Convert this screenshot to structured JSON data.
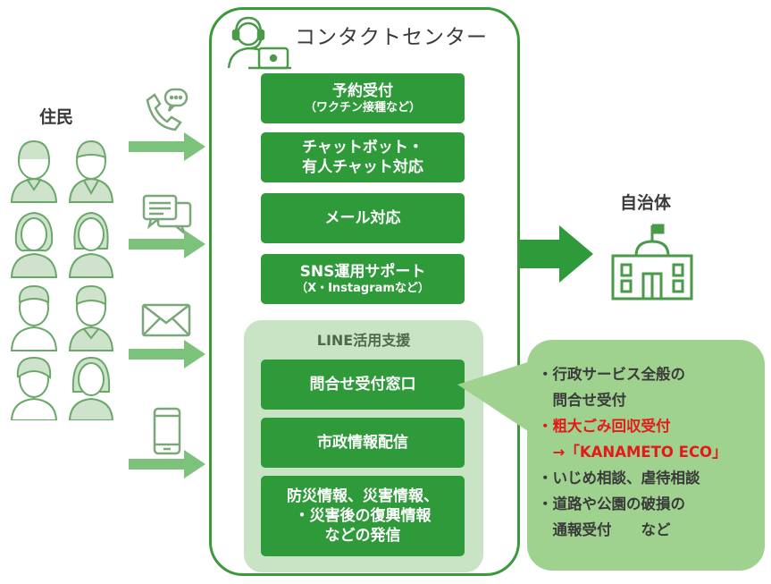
{
  "residents": {
    "label": "住民"
  },
  "municipality": {
    "label": "自治体"
  },
  "contact_center": {
    "title": "コンタクトセンター",
    "services": [
      {
        "main": "予約受付",
        "sub": "（ワクチン接種など）"
      },
      {
        "main": "チャットボット・",
        "main2": "有人チャット対応"
      },
      {
        "main": "メール対応"
      },
      {
        "main": "SNS運用サポート",
        "sub": "（X・Instagramなど）"
      }
    ],
    "line_support": {
      "title": "LINE活用支援",
      "items": [
        {
          "main": "問合せ受付窓口"
        },
        {
          "main": "市政情報配信"
        },
        {
          "lines": [
            "防災情報、災害情報、",
            "・災害後の復興情報",
            "などの発信"
          ]
        }
      ]
    }
  },
  "callout": {
    "lines": [
      {
        "text": "・行政サービス全般の",
        "highlight": false
      },
      {
        "text": "　問合せ受付",
        "highlight": false
      },
      {
        "text": "・粗大ごみ回収受付",
        "highlight": true
      },
      {
        "text": "　→「KANAMETO ECO」",
        "highlight": true
      },
      {
        "text": "・いじめ相談、虐待相談",
        "highlight": false
      },
      {
        "text": "・道路や公園の破損の",
        "highlight": false
      },
      {
        "text": "　通報受付　　など",
        "highlight": false
      }
    ]
  },
  "channel_icons": [
    "phone-icon",
    "chat-icon",
    "mail-icon",
    "smartphone-icon"
  ],
  "colors": {
    "green": "#2e9a3a",
    "light_green": "#c8e4c4",
    "arrow_green": "#7dc27a",
    "red": "#e61919"
  }
}
